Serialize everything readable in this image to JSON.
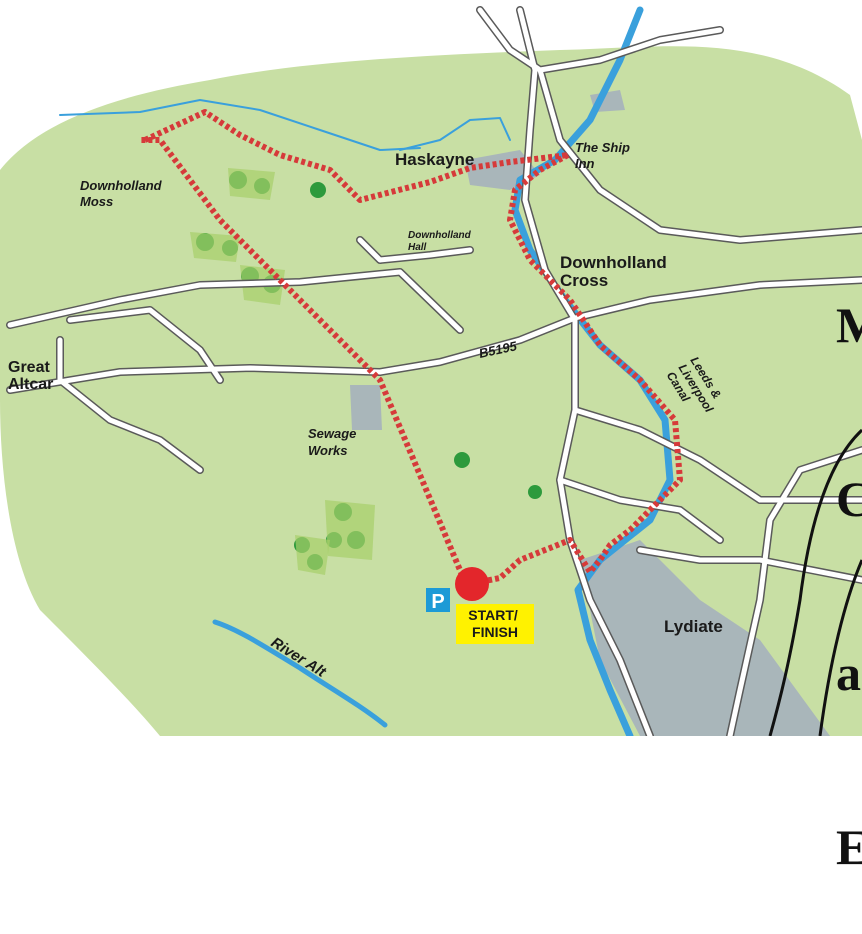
{
  "map": {
    "places": {
      "downholland_moss": "Downholland\nMoss",
      "haskayne": "Haskayne",
      "the_ship_inn": "The Ship\nInn",
      "downholland_hall": "Downholland\nHall",
      "downholland_cross": "Downholland\nCross",
      "great_altcar": "Great\nAltcar",
      "sewage_works": "Sewage\nWorks",
      "lydiate": "Lydiate"
    },
    "roads": {
      "b5195": "B5195"
    },
    "water": {
      "canal": "Leeds &\nLiverpool\nCanal",
      "river_alt": "River Alt"
    },
    "markers": {
      "parking": "P",
      "start_finish": "START/\nFINISH"
    },
    "cropped_title": [
      "M",
      "C",
      "a",
      "E"
    ],
    "colors": {
      "land": "#c8dfa4",
      "road": "#ffffff",
      "road_casing": "#5a5a5a",
      "water": "#3aa0dc",
      "route": "#d63a3a",
      "start_dot": "#e3262b",
      "parking": "#1d9ad6",
      "start_label_bg": "#fff200",
      "urban": "#a9b6ba",
      "trees": "#2d9a3c"
    }
  }
}
